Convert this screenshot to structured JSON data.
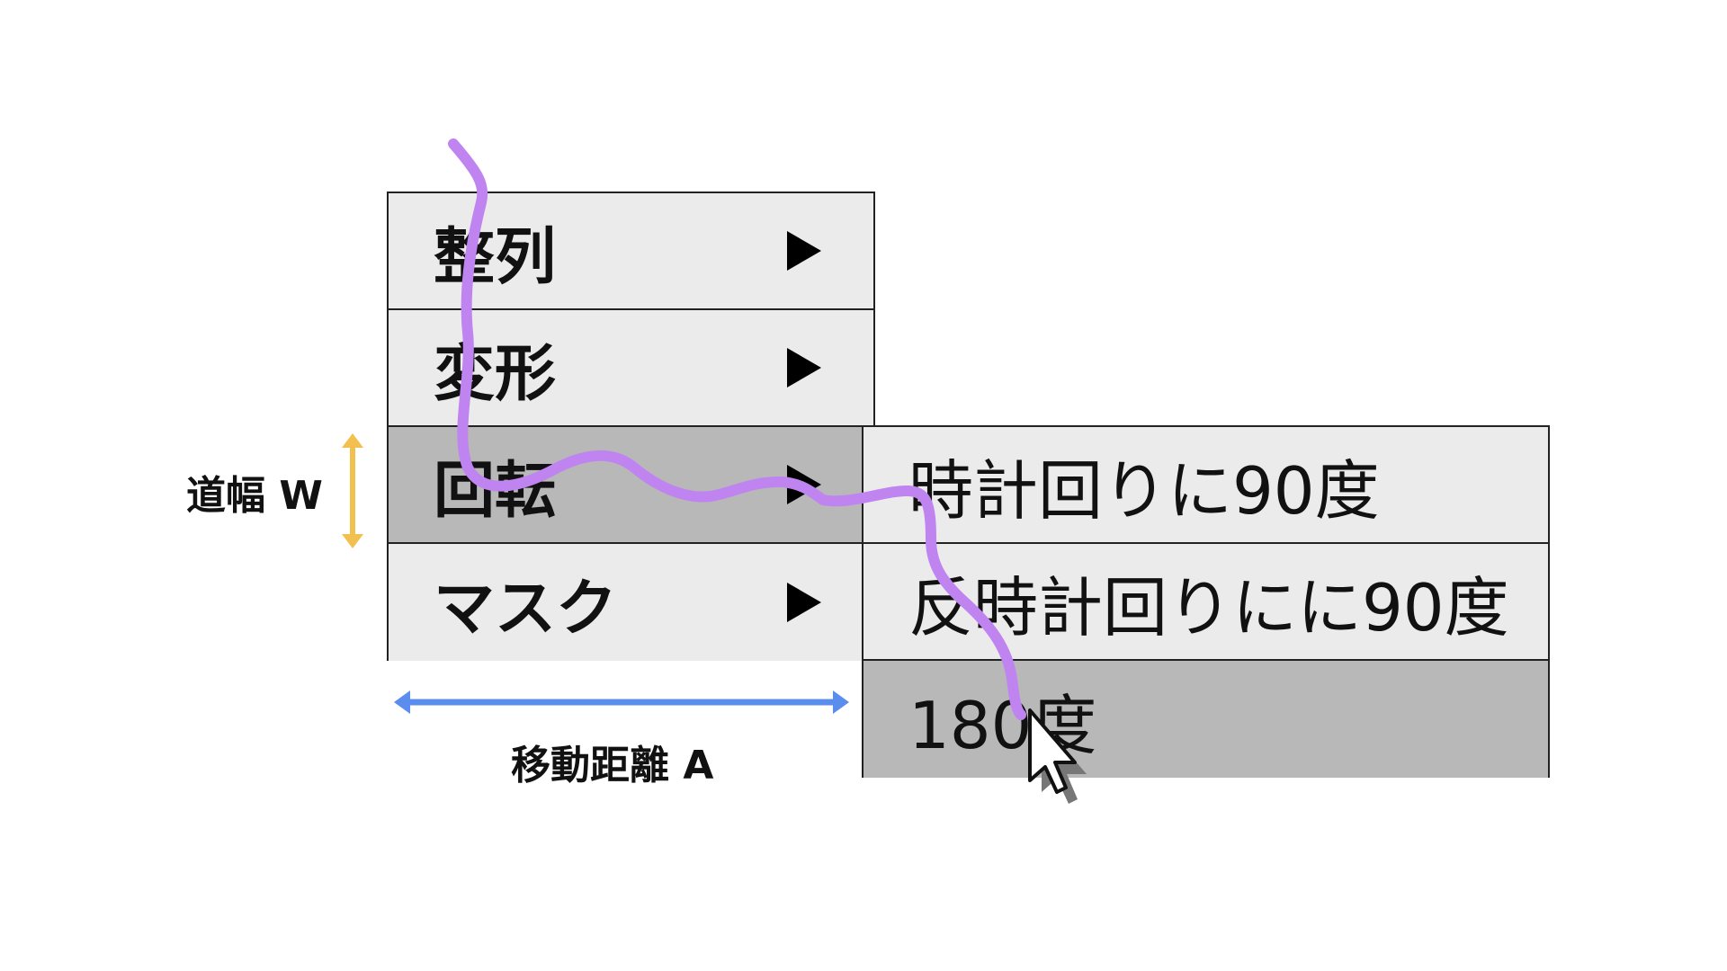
{
  "main_menu": {
    "items": [
      {
        "label": "整列",
        "has_submenu": true,
        "highlighted": false
      },
      {
        "label": "変形",
        "has_submenu": true,
        "highlighted": false
      },
      {
        "label": "回転",
        "has_submenu": true,
        "highlighted": true
      },
      {
        "label": "マスク",
        "has_submenu": true,
        "highlighted": false
      }
    ]
  },
  "sub_menu": {
    "items": [
      {
        "label": "時計回りに90度",
        "highlighted": false
      },
      {
        "label": "反時計回りにに90度",
        "highlighted": false
      },
      {
        "label": "180度",
        "highlighted": true
      }
    ]
  },
  "annotations": {
    "width_label": "道幅 W",
    "distance_label": "移動距離 A"
  },
  "colors": {
    "menu_bg": "#ebebeb",
    "highlight_bg": "#b8b8b8",
    "path_stroke": "#c084f0",
    "width_arrow": "#f2c04f",
    "distance_arrow": "#5b8def"
  },
  "icons": {
    "submenu_arrow": "triangle-right-icon",
    "cursor": "mouse-pointer-icon"
  }
}
